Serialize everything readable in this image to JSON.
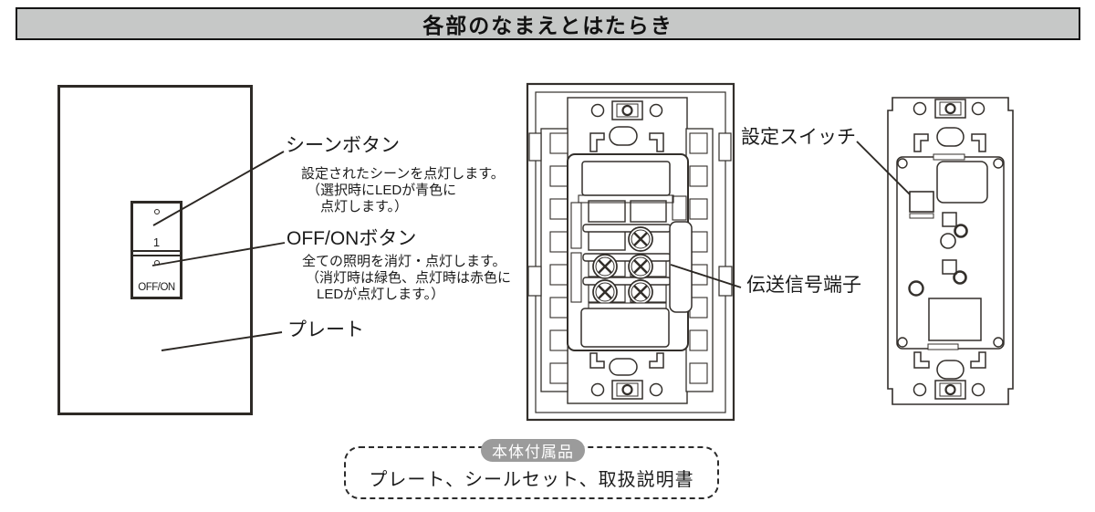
{
  "header": {
    "title": "各部のなまえとはたらき"
  },
  "switch": {
    "scene_label": "1",
    "offon_label": "OFF/ON"
  },
  "annotations": {
    "scene": {
      "title": "シーンボタン",
      "desc": [
        "設定されたシーンを点灯します。",
        "（選択時にLEDが青色に",
        "点灯します。）"
      ]
    },
    "offon": {
      "title": "OFF/ONボタン",
      "desc": [
        "全ての照明を消灯・点灯します。",
        "（消灯時は緑色、点灯時は赤色に",
        "LEDが点灯します。）"
      ]
    },
    "plate": {
      "title": "プレート"
    },
    "setting_switch": {
      "title": "設定スイッチ"
    },
    "signal_terminal": {
      "title": "伝送信号端子"
    }
  },
  "accessories": {
    "badge": "本体付属品",
    "items": "プレート、シールセット、取扱説明書"
  },
  "colors": {
    "header_bg": "#c6c8c7",
    "header_border": "#141414",
    "badge_bg": "#9b9b9b",
    "line_art": "#332f2b",
    "text": "#1c1c1c"
  }
}
